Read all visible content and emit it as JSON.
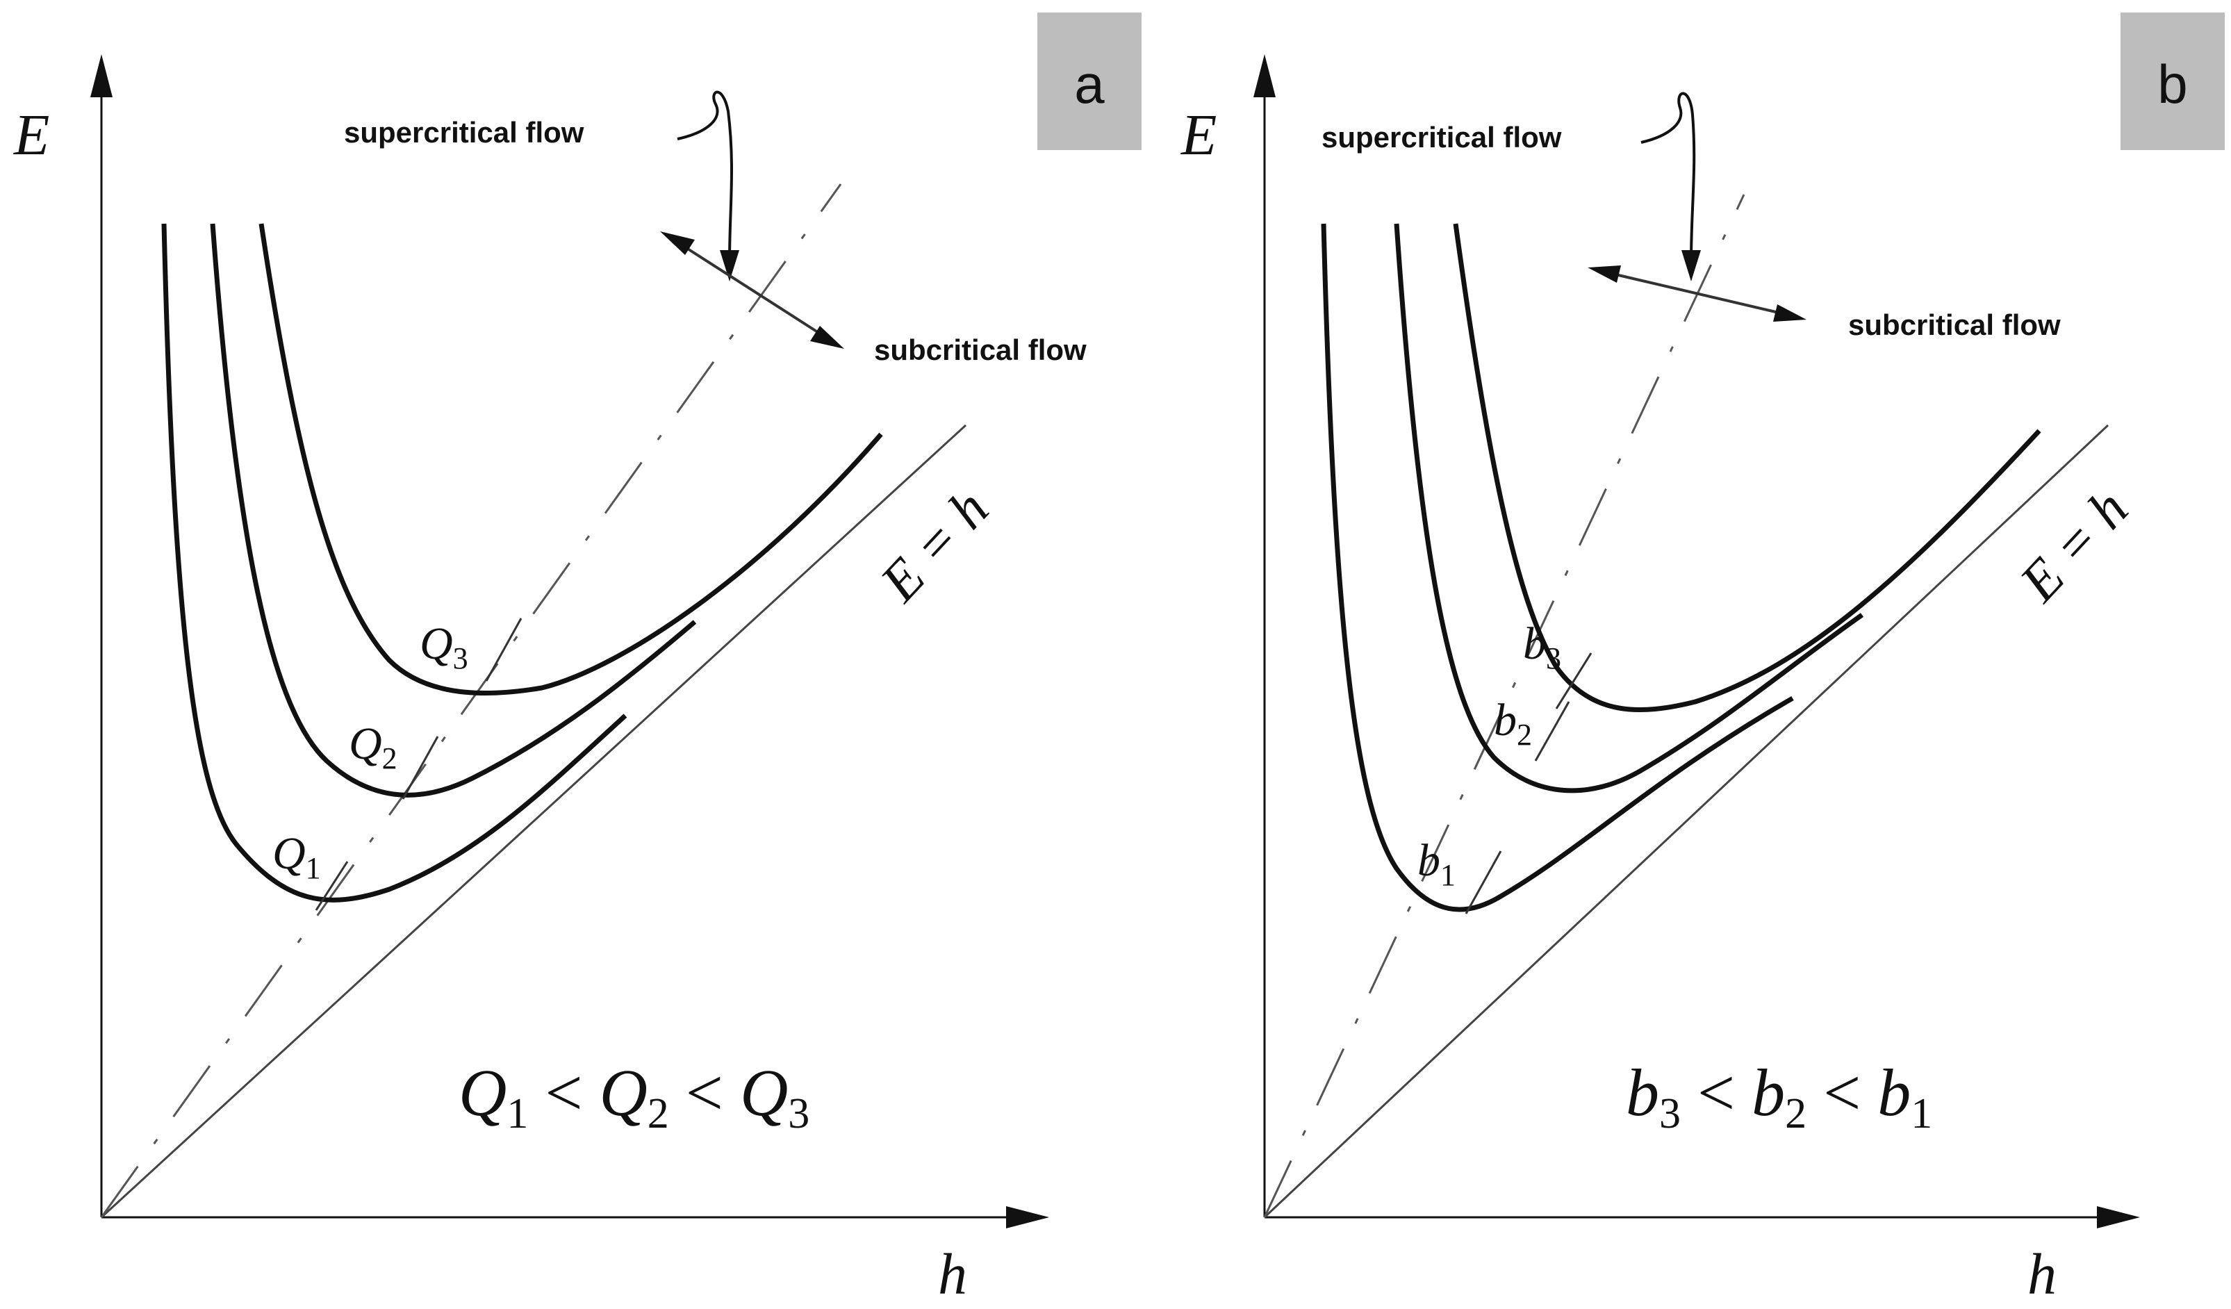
{
  "panels": [
    {
      "tag": "a",
      "y_axis_label": "E",
      "x_axis_label": "h",
      "line_label": "E = h",
      "annotation_supercritical": "supercritical flow",
      "annotation_subcritical": "subcritical flow",
      "curve_labels": [
        {
          "base": "Q",
          "sub": "1"
        },
        {
          "base": "Q",
          "sub": "2"
        },
        {
          "base": "Q",
          "sub": "3"
        }
      ],
      "relation": [
        {
          "base": "Q",
          "sub": "1"
        },
        {
          "op": "<"
        },
        {
          "base": "Q",
          "sub": "2"
        },
        {
          "op": "<"
        },
        {
          "base": "Q",
          "sub": "3"
        }
      ]
    },
    {
      "tag": "b",
      "y_axis_label": "E",
      "x_axis_label": "h",
      "line_label": "E = h",
      "annotation_supercritical": "supercritical flow",
      "annotation_subcritical": "subcritical flow",
      "curve_labels": [
        {
          "base": "b",
          "sub": "1"
        },
        {
          "base": "b",
          "sub": "2"
        },
        {
          "base": "b",
          "sub": "3"
        }
      ],
      "relation": [
        {
          "base": "b",
          "sub": "3"
        },
        {
          "op": "<"
        },
        {
          "base": "b",
          "sub": "2"
        },
        {
          "op": "<"
        },
        {
          "base": "b",
          "sub": "1"
        }
      ]
    }
  ],
  "colors": {
    "ink": "#111111",
    "tag_box": "#bdbdbd"
  }
}
